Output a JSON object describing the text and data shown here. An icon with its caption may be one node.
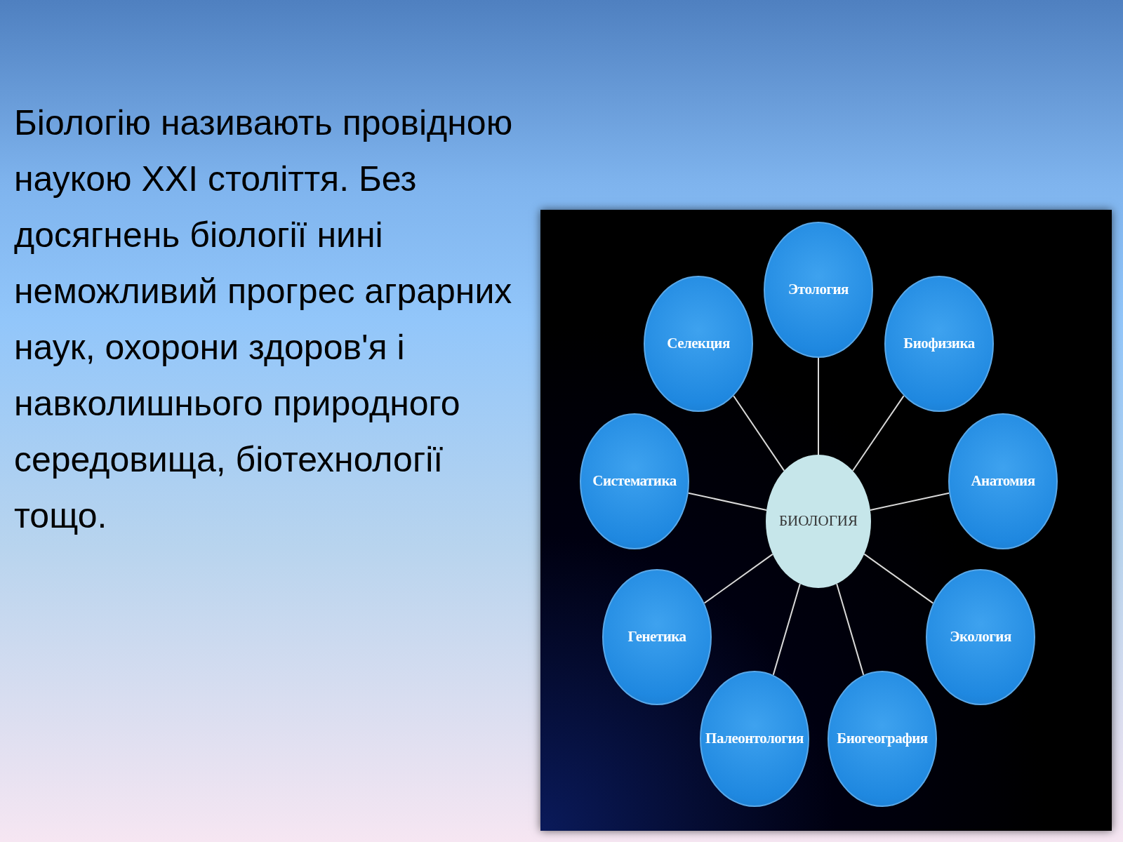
{
  "diagram": {
    "nodes": [
      {
        "text": [
          "Этология"
        ]
      },
      {
        "text": [
          "Селекция"
        ]
      },
      {
        "text": [
          "Биофизика"
        ]
      },
      {
        "text": [
          "Систематика"
        ]
      },
      {
        "text": [
          "БИОЛОГИЯ"
        ]
      },
      {
        "text": [
          "Анатомия"
        ]
      },
      {
        "text": [
          "Генетика"
        ]
      },
      {
        "text": [
          "Экология"
        ]
      },
      {
        "text": [
          "Палеонтология"
        ]
      },
      {
        "text": [
          "Биогеография"
        ]
      }
    ],
    "edges": [
      {
        "from": 4,
        "to": 0,
        "arrow": "none"
      },
      {
        "from": 4,
        "to": 1,
        "arrow": "none"
      },
      {
        "from": 4,
        "to": 2,
        "arrow": "none"
      },
      {
        "from": 4,
        "to": 3,
        "arrow": "none"
      },
      {
        "from": 4,
        "to": 5,
        "arrow": "none"
      },
      {
        "from": 4,
        "to": 6,
        "arrow": "none"
      },
      {
        "from": 4,
        "to": 7,
        "arrow": "none"
      },
      {
        "from": 4,
        "to": 8,
        "arrow": "none"
      },
      {
        "from": 4,
        "to": 9,
        "arrow": "none"
      }
    ],
    "labels": [
      "Біологію називають провідною наукою XXI століття. Без досягнень біології нині неможливий прогрес аграрних наук, охорони здоров'я і навколишнього природного середовища, біотехнології тощо."
    ]
  }
}
